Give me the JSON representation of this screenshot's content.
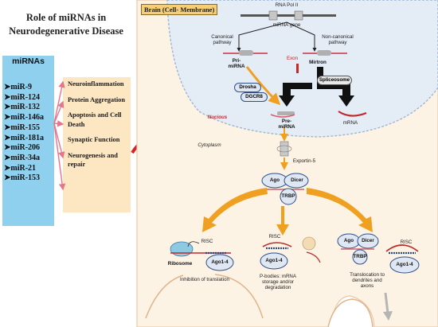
{
  "title": "Role of miRNAs in Neurodegenerative Disease",
  "mirnas": {
    "heading": "miRNAs",
    "items": [
      "miR-9",
      "miR-124",
      "miR-132",
      "miR-146a",
      "miR-155",
      "miR-181a",
      "miR-206",
      "miR-34a",
      "miR-21",
      "miR-153"
    ]
  },
  "effects": [
    "Neuroinflammation",
    "Protein Aggregation",
    "Apoptosis and Cell Death",
    "Synaptic Function",
    "Neurogenesis and repair"
  ],
  "pathway": {
    "brain_label": "Brain (Cell- Membrane)",
    "rna_pol": "RNA Pol II",
    "mirna_gene": "miRNA gene",
    "canonical": "Canonical pathway",
    "non_canonical": "Non-canonical pathway",
    "pri_mirna": "Pri- miRNA",
    "exon": "Exon",
    "mirtron": "Mirtron",
    "drosha": "Drosha",
    "dgcr8": "DGCR8",
    "spliceosome": "Spliceosome",
    "nucleus": "Nucious",
    "pre_mirna": "Pre- miRNA",
    "mrna": "mRNA",
    "cytoplasm": "Cytoplasm",
    "exportin": "Exportin-5",
    "ago": "Ago",
    "dicer": "Dicer",
    "trbp": "TRBP",
    "risc": "RISC",
    "ribosome": "Ribosome",
    "ago1_4": "Ago1-4",
    "inhibition": "Inhibition of translation",
    "pbodies": "P-bodies: mRNA storage and/or degradation",
    "translocation": "Translocation to dendrites and axons"
  },
  "colors": {
    "mirna_box": "#8fd0ee",
    "effects_box": "#fde6c2",
    "cell_fill": "#fdf3e4",
    "nucleus_fill": "#e4ecf6",
    "orange_arrow": "#f0a020",
    "red_arrow": "#e02020"
  }
}
